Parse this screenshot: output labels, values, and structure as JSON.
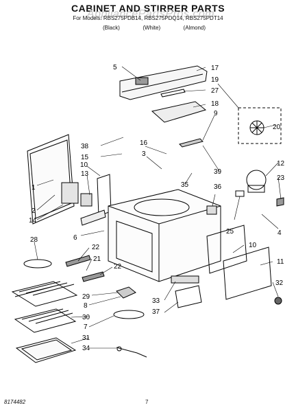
{
  "page": {
    "title": "CABINET AND STIRRER PARTS",
    "models_line": "For Models: RBS275PDB14, RBS275PDQ14, RBS275PDT14",
    "variants": [
      "(Black)",
      "(White)",
      "(Almond)"
    ],
    "watermark": "AppliancePartsPros.com",
    "doc_number": "8174482",
    "page_number": "7"
  },
  "callouts": [
    "5",
    "17",
    "19",
    "27",
    "18",
    "9",
    "20",
    "38",
    "15",
    "16",
    "3",
    "10",
    "13",
    "1",
    "2",
    "14",
    "39",
    "35",
    "36",
    "12",
    "23",
    "4",
    "25",
    "6",
    "28",
    "22",
    "21",
    "22",
    "10",
    "11",
    "32",
    "29",
    "8",
    "30",
    "7",
    "33",
    "37",
    "31",
    "34"
  ]
}
